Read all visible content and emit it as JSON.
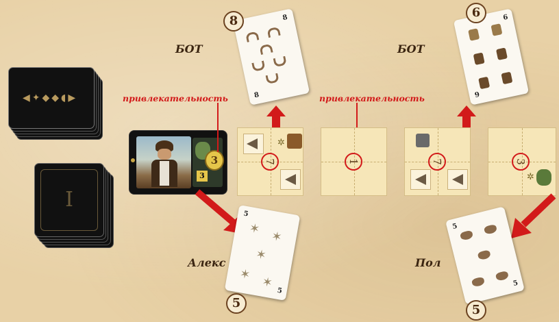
{
  "labels": {
    "bot_left": "БОТ",
    "bot_right": "БОТ",
    "alex": "Алекс",
    "pol": "Пол",
    "attractiveness_left": "привлекательность",
    "attractiveness_right": "привлекательность"
  },
  "tiles": [
    {
      "value": "7"
    },
    {
      "value": "1"
    },
    {
      "value": "7"
    },
    {
      "value": "3"
    }
  ],
  "cards": {
    "bot_left": {
      "number": "8"
    },
    "bot_right": {
      "number": "6"
    },
    "alex": {
      "number": "5"
    },
    "pol": {
      "number": "5"
    }
  },
  "character_card": {
    "value": "3",
    "badge": "3"
  },
  "colors": {
    "accent_red": "#d21a1a",
    "tile": "#f6e6b8",
    "background": "#e8d1a6"
  }
}
